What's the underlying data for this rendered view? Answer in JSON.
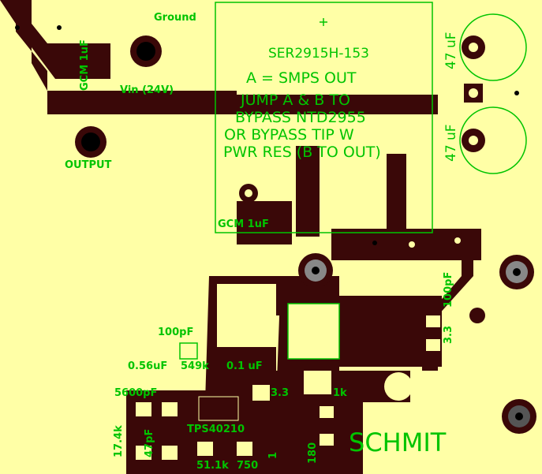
{
  "colors": {
    "board": "#ffffa6",
    "copper": "#3a0808",
    "silk": "#00c400",
    "hole": "#000000",
    "pad_ring": "#888888"
  },
  "labels": {
    "ground": "Ground",
    "gcm_1uf_top": "GCM  1uF",
    "vin": "Vin (24V)",
    "output": "OUTPUT",
    "part": "SER2915H-153",
    "note_1": "A  =  SMPS OUT",
    "note_2": "JUMP  A  &  B  TO",
    "note_3": "BYPASS  NTD2955",
    "note_4": "OR  BYPASS  TIP  W",
    "note_5": "PWR  RES  (B  TO  OUT)",
    "gcm_1uf_bottom": "GCM  1uF",
    "cap_top": "47 uF",
    "cap_bottom": "47 uF",
    "c_100pf_right": "100pF",
    "r_3_3_right": "3.3",
    "c_100pf_left": "100pF",
    "c_056uf": "0.56uF",
    "r_549k": "549k",
    "c_01uf": "0.1 uF",
    "c_5600pf": "5600pF",
    "r_3_3_mid": "3.3",
    "r_1k": "1k",
    "r_17_4k": "17.4k",
    "c_47pf": "47pF",
    "ic": "TPS40210",
    "r_51_1k": "51.1k",
    "r_750": "750",
    "r_1": "1",
    "r_180": "180",
    "designer": "SCHMIT"
  }
}
